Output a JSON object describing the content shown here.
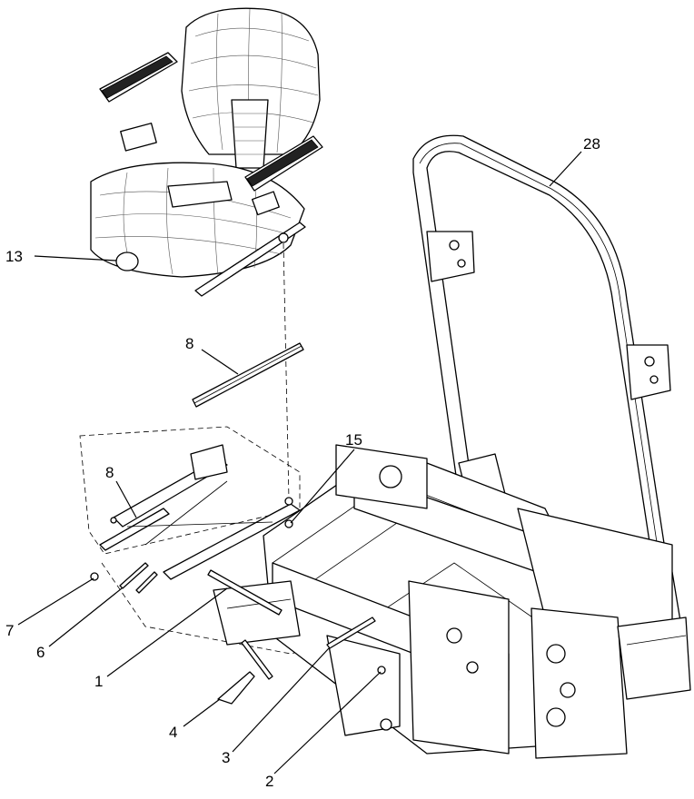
{
  "callouts": {
    "c13": "13",
    "c8_top": "8",
    "c28": "28",
    "c15": "15",
    "c8_mid": "8",
    "c7": "7",
    "c6": "6",
    "c1": "1",
    "c4": "4",
    "c3": "3",
    "c2": "2"
  }
}
